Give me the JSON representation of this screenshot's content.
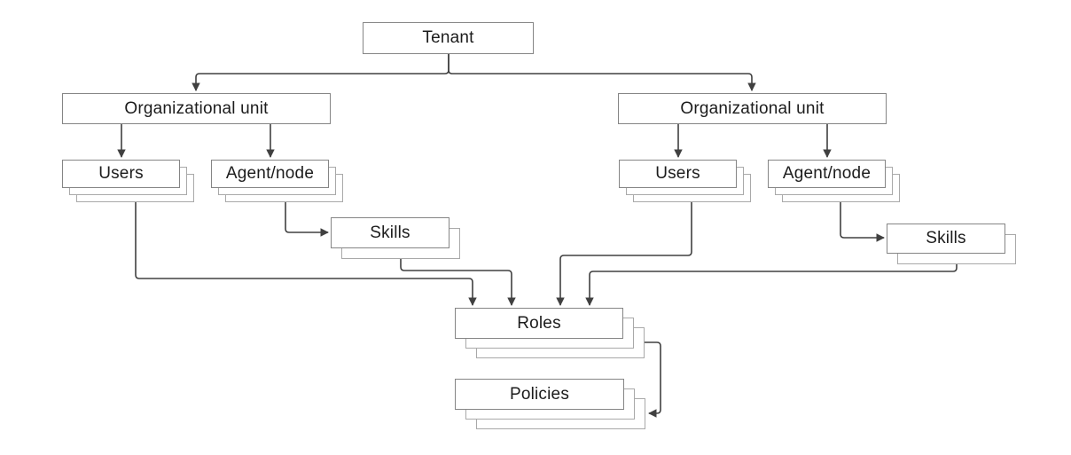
{
  "diagram": {
    "type": "hierarchy",
    "colors": {
      "box_fill": "#ffffff",
      "box_border": "#858585",
      "stack_layer_border": "#a9a9a9",
      "connector": "#404040",
      "text": "#1c1c1c",
      "background": "#ffffff"
    },
    "nodes": {
      "tenant": {
        "label": "Tenant",
        "stacked": false
      },
      "ou_left": {
        "label": "Organizational unit",
        "stacked": false
      },
      "ou_right": {
        "label": "Organizational unit",
        "stacked": false
      },
      "users_left": {
        "label": "Users",
        "stacked": true
      },
      "agent_left": {
        "label": "Agent/node",
        "stacked": true
      },
      "skills_left": {
        "label": "Skills",
        "stacked": true
      },
      "users_right": {
        "label": "Users",
        "stacked": true
      },
      "agent_right": {
        "label": "Agent/node",
        "stacked": true
      },
      "skills_right": {
        "label": "Skills",
        "stacked": true
      },
      "roles": {
        "label": "Roles",
        "stacked": true
      },
      "policies": {
        "label": "Policies",
        "stacked": true
      }
    },
    "edges": [
      {
        "from": "tenant",
        "to": "ou_left"
      },
      {
        "from": "tenant",
        "to": "ou_right"
      },
      {
        "from": "ou_left",
        "to": "users_left"
      },
      {
        "from": "ou_left",
        "to": "agent_left"
      },
      {
        "from": "ou_right",
        "to": "users_right"
      },
      {
        "from": "ou_right",
        "to": "agent_right"
      },
      {
        "from": "agent_left",
        "to": "skills_left"
      },
      {
        "from": "agent_right",
        "to": "skills_right"
      },
      {
        "from": "users_left",
        "to": "roles"
      },
      {
        "from": "skills_left",
        "to": "roles"
      },
      {
        "from": "users_right",
        "to": "roles"
      },
      {
        "from": "skills_right",
        "to": "roles"
      },
      {
        "from": "roles",
        "to": "policies"
      }
    ]
  }
}
